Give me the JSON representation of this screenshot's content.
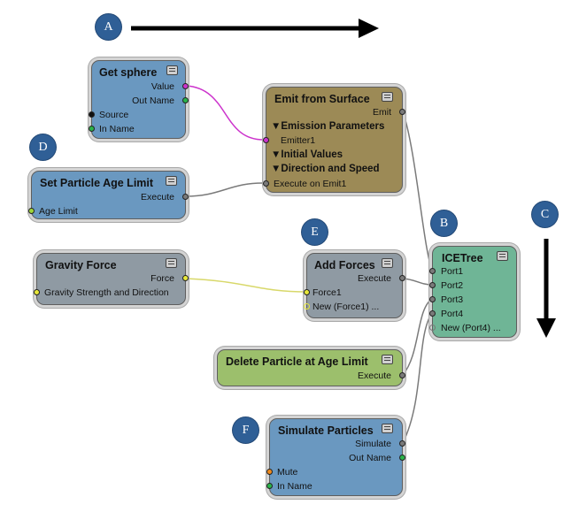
{
  "badges": {
    "a": "A",
    "b": "B",
    "c": "C",
    "d": "D",
    "e": "E",
    "f": "F"
  },
  "nodes": {
    "get_sphere": {
      "title": "Get sphere",
      "value": "Value",
      "out_name": "Out Name",
      "source": "Source",
      "in_name": "In Name",
      "color": "#6a98c0"
    },
    "emit_from_surface": {
      "title": "Emit from Surface",
      "emit": "Emit",
      "emission_parameters": "Emission Parameters",
      "emitter1": "Emitter1",
      "initial_values": "Initial Values",
      "direction_and_speed": "Direction and Speed",
      "execute_on_emit1": "Execute on Emit1",
      "color": "#9c8a56"
    },
    "set_particle_age_limit": {
      "title": "Set Particle Age Limit",
      "execute": "Execute",
      "age_limit": "Age Limit",
      "color": "#6a98c0"
    },
    "gravity_force": {
      "title": "Gravity Force",
      "force": "Force",
      "gravity_strength": "Gravity Strength and Direction",
      "color": "#8f9aa3"
    },
    "add_forces": {
      "title": "Add Forces",
      "execute": "Execute",
      "force1": "Force1",
      "new_force1": "New (Force1) ...",
      "color": "#8f9aa3"
    },
    "ice_tree": {
      "title": "ICETree",
      "port1": "Port1",
      "port2": "Port2",
      "port3": "Port3",
      "port4": "Port4",
      "new_port4": "New (Port4) ...",
      "color": "#6fb596"
    },
    "delete_particle": {
      "title": "Delete Particle at Age Limit",
      "execute": "Execute",
      "color": "#9cbf6c"
    },
    "simulate_particles": {
      "title": "Simulate Particles",
      "simulate": "Simulate",
      "out_name": "Out Name",
      "mute": "Mute",
      "in_name": "In Name",
      "color": "#6a98c0"
    }
  },
  "section_marker": "▼",
  "port_colors": {
    "execute": "#7a7a7a",
    "location": "#cc33cc",
    "string": "#2bb34a",
    "geometry": "#111111",
    "vector": "#e8e83a",
    "scalar": "#9ed63a",
    "boolean": "#f08a1c"
  }
}
